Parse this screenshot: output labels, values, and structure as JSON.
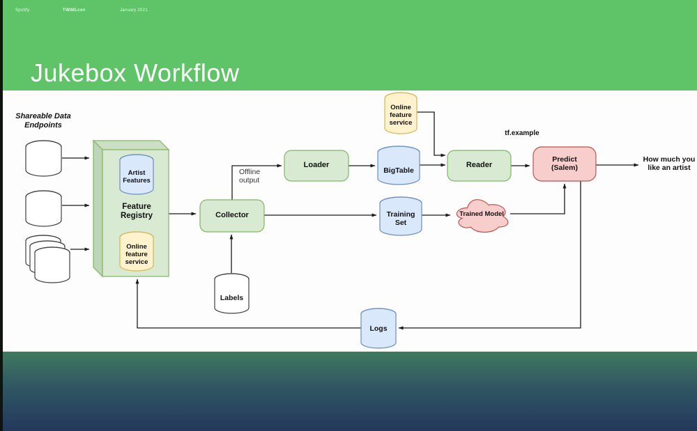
{
  "header": {
    "brand": "Spotify",
    "event": "TWIMLcon",
    "date": "January 2021",
    "title": "Jukebox Workflow"
  },
  "diagram": {
    "endpoints_label": "Shareable Data Endpoints",
    "nodes": {
      "artist_features": "Artist Features",
      "feature_registry": "Feature Registry",
      "online_feature_registry": "Online feature service",
      "collector": "Collector",
      "loader": "Loader",
      "bigtable": "BigTable",
      "online_feature_service": "Online feature service",
      "reader": "Reader",
      "predict": "Predict (Salem)",
      "training_set": "Training Set",
      "trained_model": "Trained Model",
      "labels": "Labels",
      "logs": "Logs"
    },
    "annotations": {
      "offline_output": "Offline output",
      "tf_example": "tf.example",
      "output_text": "How much you like an artist"
    }
  },
  "colors": {
    "header_green": "#5fc468",
    "footer_gradient_top": "#40795e",
    "footer_gradient_bottom": "#24385c",
    "node_green_fill": "#d9ead3",
    "node_green_stroke": "#82b366",
    "node_blue_fill": "#dae8fc",
    "node_blue_stroke": "#6c8ebf",
    "node_yellow_fill": "#fff2cc",
    "node_yellow_stroke": "#d6b656",
    "node_red_fill": "#f8cecc",
    "node_red_stroke": "#b85450",
    "line_black": "#1a1a1a"
  }
}
